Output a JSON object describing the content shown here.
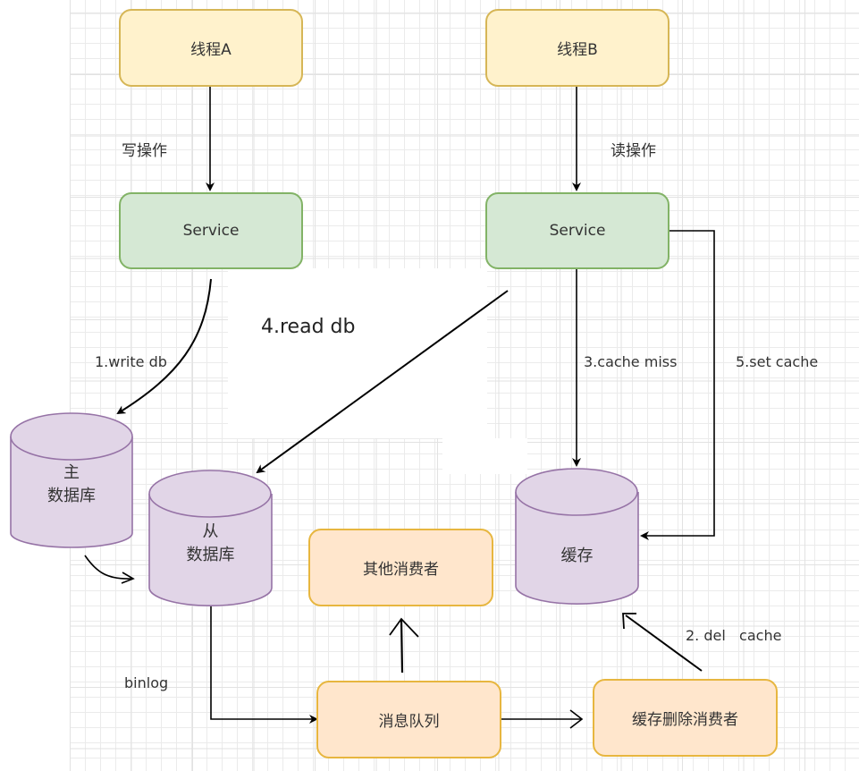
{
  "diagram": {
    "nodes": {
      "thread_a": "线程A",
      "thread_b": "线程B",
      "service_a": "Service",
      "service_b": "Service",
      "master_db": {
        "line1": "主",
        "line2": "数据库"
      },
      "slave_db": {
        "line1": "从",
        "line2": "数据库"
      },
      "cache": "缓存",
      "other_consumers": "其他消费者",
      "message_queue": "消息队列",
      "cache_delete_consumer": "缓存删除消费者"
    },
    "edge_labels": {
      "write_op": "写操作",
      "read_op": "读操作",
      "write_db": "1.write db",
      "read_db": "4.read db",
      "cache_miss": "3.cache miss",
      "set_cache": "5.set cache",
      "del_cache": "2. del   cache",
      "binlog": "binlog"
    },
    "colors": {
      "thread_fill": "#fff2cc",
      "thread_stroke": "#d6b656",
      "service_fill": "#d5e8d4",
      "service_stroke": "#82b366",
      "db_fill": "#e1d5e7",
      "db_stroke": "#9673a6",
      "consumer_fill": "#ffe6cc",
      "consumer_stroke": "#e7b63f"
    }
  }
}
